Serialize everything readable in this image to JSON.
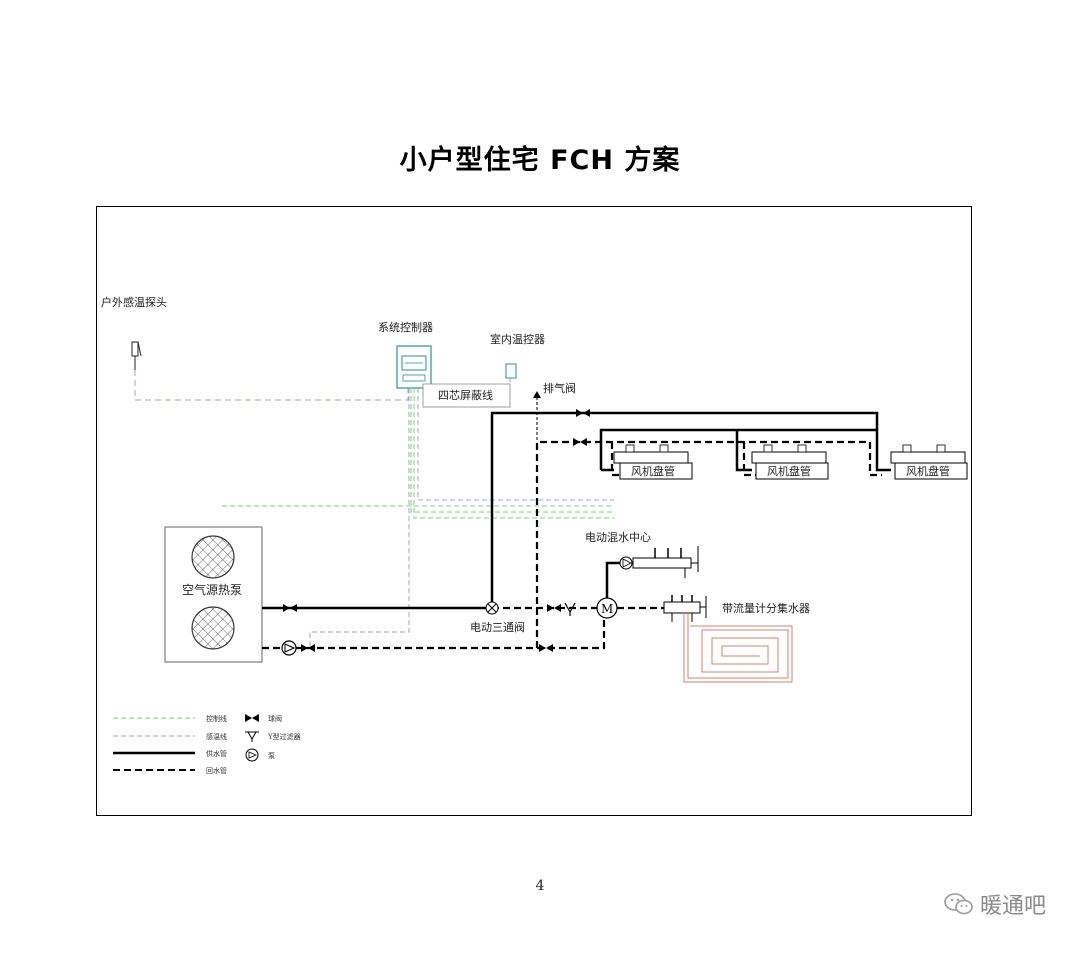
{
  "title": "小户型住宅 FCH 方案",
  "labels": {
    "outdoor_sensor": "户外感温探头",
    "system_controller": "系统控制器",
    "indoor_thermostat": "室内温控器",
    "shielded_cable": "四芯屏蔽线",
    "air_vent": "排气阀",
    "fan_coil": "风机盘管",
    "heat_pump": "空气源热泵",
    "mixing_center": "电动混水中心",
    "three_way_valve": "电动三通阀",
    "manifold": "带流量计分集水器"
  },
  "legend": [
    {
      "line": "control",
      "text": "控制线"
    },
    {
      "line": "sensor",
      "text": "感温线"
    },
    {
      "line": "supply",
      "text": "供水管"
    },
    {
      "line": "return",
      "text": "回水管"
    }
  ],
  "legend_symbols": [
    {
      "icon": "ball-valve-icon",
      "text": "球阀"
    },
    {
      "icon": "y-strainer-icon",
      "text": "Y型过滤器"
    },
    {
      "icon": "pump-icon",
      "text": "泵"
    }
  ],
  "page_number": "4",
  "watermark": "暖通吧",
  "colors": {
    "control_line": "#7fd66f",
    "sensor_line": "#a79cd8",
    "pipe": "#000000",
    "floor_heating_coil": "#d9826c"
  }
}
